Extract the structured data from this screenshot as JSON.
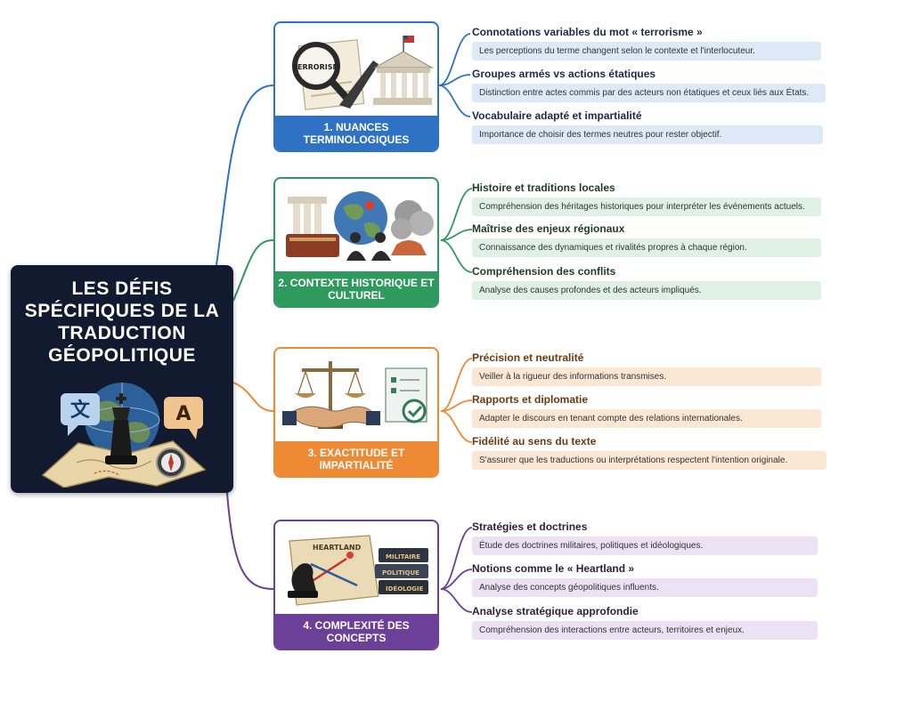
{
  "diagram": {
    "title": "LES DÉFIS SPÉCIFIQUES DE LA TRADUCTION GÉOPOLITIQUE",
    "hub_icons": {
      "bubble_left": "文",
      "bubble_right": "A"
    },
    "branches": [
      {
        "label": "1. NUANCES TERMINOLOGIQUES",
        "color": "#2f72c4",
        "tint": "#dde9f7",
        "title_color": "#1b2a4a",
        "illustration_label": "TERRORISM",
        "items": [
          {
            "title": "Connotations variables du mot « terrorisme »",
            "desc": "Les perceptions du terme changent selon le contexte et l'interlocuteur."
          },
          {
            "title": "Groupes armés vs actions étatiques",
            "desc": "Distinction entre actes commis par des acteurs non étatiques et ceux liés aux États."
          },
          {
            "title": "Vocabulaire adapté et impartialité",
            "desc": "Importance de choisir des termes neutres pour rester objectif."
          }
        ]
      },
      {
        "label": "2. CONTEXTE HISTORIQUE ET CULTUREL",
        "color": "#2e9a5e",
        "tint": "#dff1e5",
        "title_color": "#1e3b2a",
        "items": [
          {
            "title": "Histoire et traditions locales",
            "desc": "Compréhension des héritages historiques pour interpréter les événements actuels."
          },
          {
            "title": "Maîtrise des enjeux régionaux",
            "desc": "Connaissance des dynamiques et rivalités propres à chaque région."
          },
          {
            "title": "Compréhension des conflits",
            "desc": "Analyse des causes profondes et des acteurs impliqués."
          }
        ]
      },
      {
        "label": "3. EXACTITUDE ET IMPARTIALITÉ",
        "color": "#ee8a34",
        "tint": "#fbe7d4",
        "title_color": "#6b3a12",
        "items": [
          {
            "title": "Précision et neutralité",
            "desc": "Veiller à la rigueur des informations transmises."
          },
          {
            "title": "Rapports et diplomatie",
            "desc": "Adapter le discours en tenant compte des relations internationales."
          },
          {
            "title": "Fidélité au sens du texte",
            "desc": "S'assurer que les traductions ou interprétations respectent l'intention originale."
          }
        ]
      },
      {
        "label": "4. COMPLEXITÉ DES CONCEPTS",
        "color": "#6c3f98",
        "tint": "#ebe3f3",
        "title_color": "#2a1f3d",
        "illustration_label": "HEARTLAND",
        "book_labels": [
          "MILITAIRE",
          "POLITIQUE",
          "IDÉOLOGIE"
        ],
        "items": [
          {
            "title": "Stratégies et doctrines",
            "desc": "Étude des doctrines militaires, politiques et idéologiques."
          },
          {
            "title": "Notions comme le « Heartland »",
            "desc": "Analyse des concepts géopolitiques influents."
          },
          {
            "title": "Analyse stratégique approfondie",
            "desc": "Compréhension des interactions entre acteurs, territoires et enjeux."
          }
        ]
      }
    ]
  }
}
